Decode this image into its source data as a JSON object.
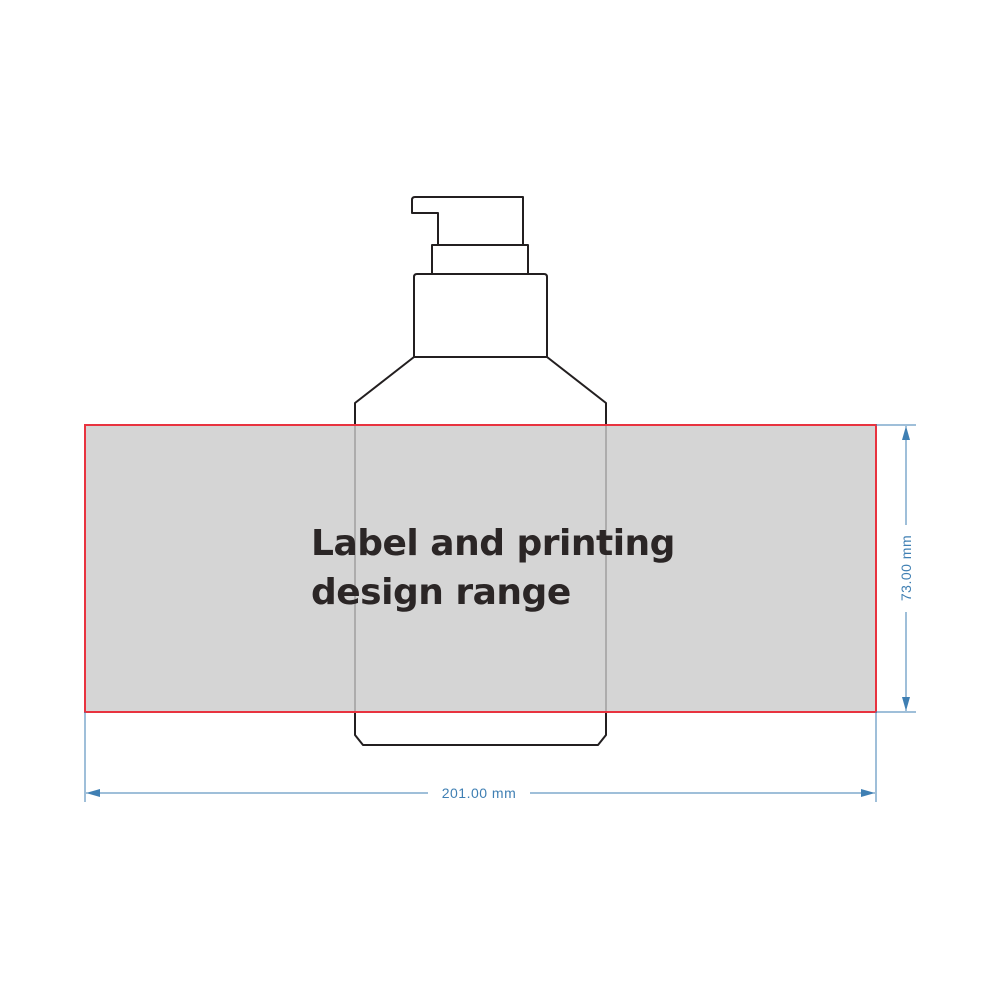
{
  "label_area": {
    "line1": "Label and printing",
    "line2": "design range",
    "fill_color": "#cccccc",
    "border_color": "#e8333f"
  },
  "dimensions": {
    "width_label": "201.00 mm",
    "height_label": "73.00 mm",
    "line_color": "#3f7fb3"
  },
  "product": {
    "outline_color": "#231f20"
  }
}
